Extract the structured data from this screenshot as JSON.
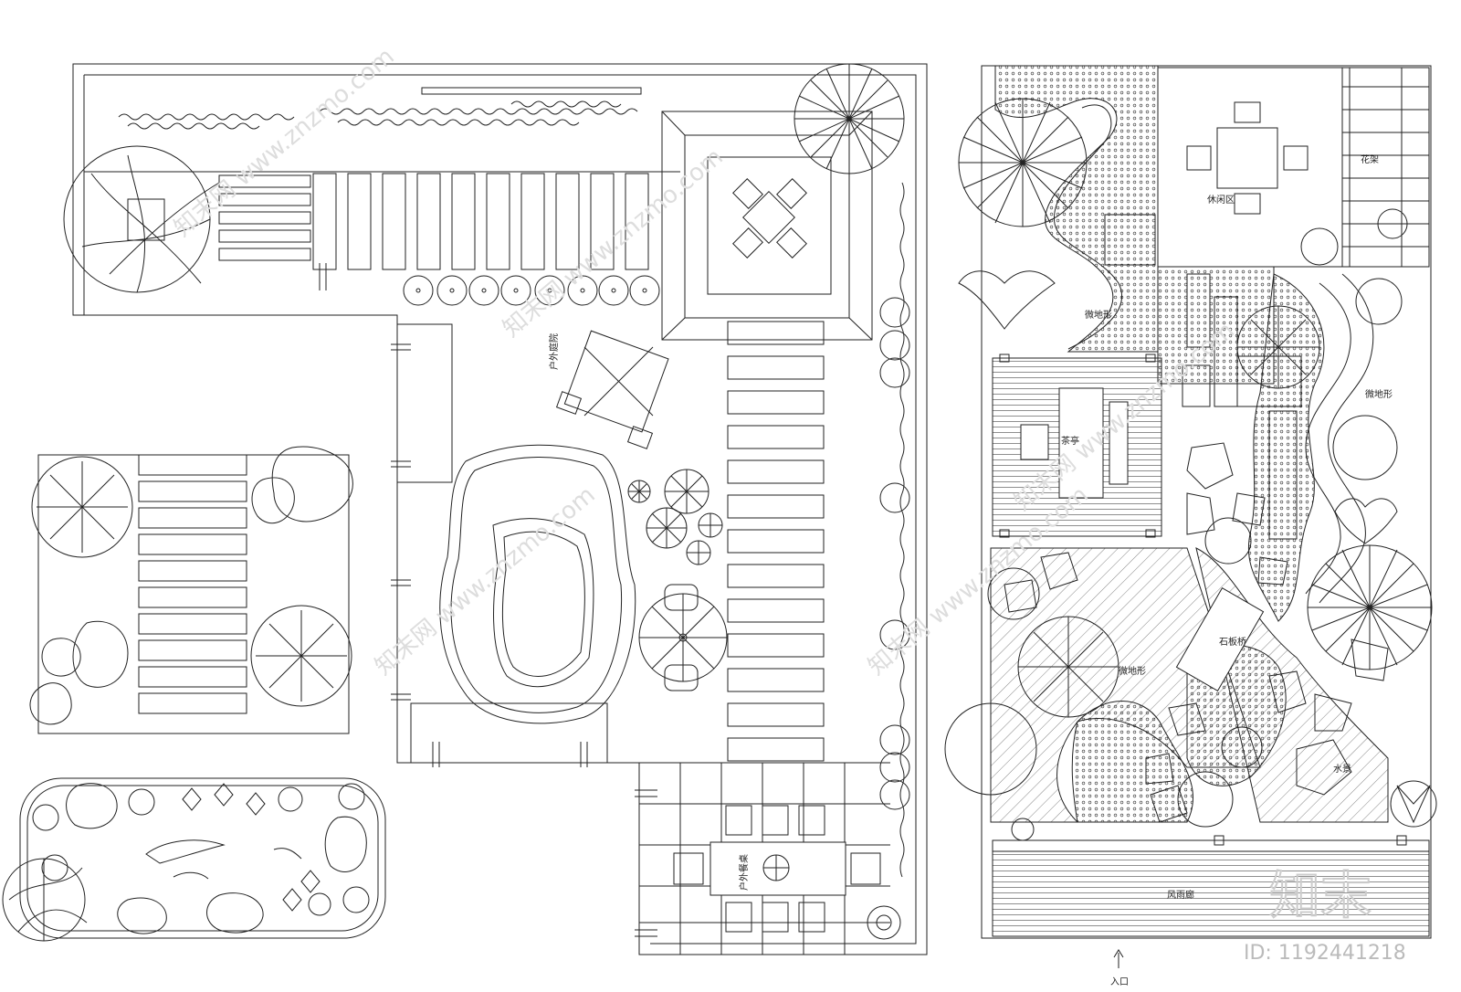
{
  "labels": {
    "outdoor_courtyard": "户外庭院",
    "outdoor_dining": "户外餐桌",
    "leisure_area": "休闲区",
    "flower_rack": "花架",
    "micro_terrain_a": "微地形",
    "micro_terrain_b": "微地形",
    "micro_terrain_c": "微地形",
    "tea_pavilion": "茶亭",
    "stone_bridge": "石板桥",
    "water_feature": "水景",
    "wind_rain_corridor": "风雨廊",
    "entrance": "入口"
  },
  "watermark": {
    "site": "知末网 www.znzmo.com",
    "logo": "知末",
    "id": "ID: 1192441218"
  },
  "colors": {
    "line": "#222222",
    "watermark": "#dddddd",
    "background": "#ffffff"
  }
}
